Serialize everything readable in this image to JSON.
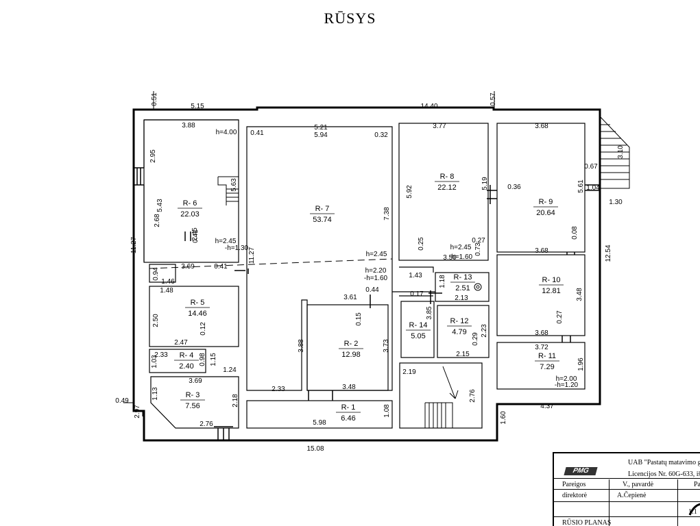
{
  "title": "RŪSYS",
  "rooms": [
    {
      "label": "R- 1",
      "area": "6.46"
    },
    {
      "label": "R- 2",
      "area": "12.98"
    },
    {
      "label": "R- 3",
      "area": "7.56"
    },
    {
      "label": "R- 4",
      "area": "2.40"
    },
    {
      "label": "R- 5",
      "area": "14.46"
    },
    {
      "label": "R- 6",
      "area": "22.03"
    },
    {
      "label": "R- 7",
      "area": "53.74"
    },
    {
      "label": "R- 8",
      "area": "22.12"
    },
    {
      "label": "R- 9",
      "area": "20.64"
    },
    {
      "label": "R- 10",
      "area": "12.81"
    },
    {
      "label": "R- 11",
      "area": "7.29"
    },
    {
      "label": "R- 12",
      "area": "4.79"
    },
    {
      "label": "R- 13",
      "area": "2.51"
    },
    {
      "label": "R- 14",
      "area": "5.05"
    }
  ],
  "dimensions": [
    "0.51",
    "5.15",
    "14.40",
    "0.57",
    "3.88",
    "h=4.00",
    "0.41",
    "5.21",
    "5.94",
    "0.32",
    "3.77",
    "3.68",
    "2.95",
    "5.63",
    "5.43",
    "2.68",
    "2.45",
    "h=2.45",
    "-h=1.30",
    "0.41",
    "3.69",
    "0.41",
    "11.27",
    "11.27",
    "7.38",
    "5.92",
    "5.19",
    "0.36",
    "5.61",
    "0.67",
    "3.10",
    "1.04",
    "1.30",
    "0.08",
    "0.25",
    "h=2.45",
    "0.27",
    "3.50",
    "-h=1.60",
    "0.73",
    "3.68",
    "12.54",
    "h=2.45",
    "h=2.20",
    "-h=1.60",
    "1.43",
    "1.18",
    "0.94",
    "1.46",
    "1.48",
    "2.50",
    "0.12",
    "2.47",
    "3.61",
    "0.44",
    "0.17",
    "2.13",
    "3.85",
    "3.48",
    "0.27",
    "3.68",
    "0.15",
    "3.88",
    "3.73",
    "2.23",
    "0.29",
    "2.15",
    "3.72",
    "1.96",
    "h=2.00",
    "-h=1.20",
    "2.33",
    "1.03",
    "0.98",
    "1.15",
    "1.24",
    "3.69",
    "1.13",
    "2.18",
    "2.76",
    "2.33",
    "3.48",
    "2.19",
    "2.76",
    "1.08",
    "5.98",
    "4.37",
    "1.60",
    "0.49",
    "2.97",
    "15.08"
  ],
  "title_block": {
    "company": "UAB \"Pastatų matavimo g",
    "logo": "PMG",
    "license": "Licencijos Nr. 60G-633, iš",
    "col_position": "Pareigos",
    "col_name": "V., pavardė",
    "col_sign": "Pa",
    "position": "direktorė",
    "name": "A.Čepienė",
    "scale": "1:1",
    "drawing_name": "RŪSIO PLANAS"
  }
}
